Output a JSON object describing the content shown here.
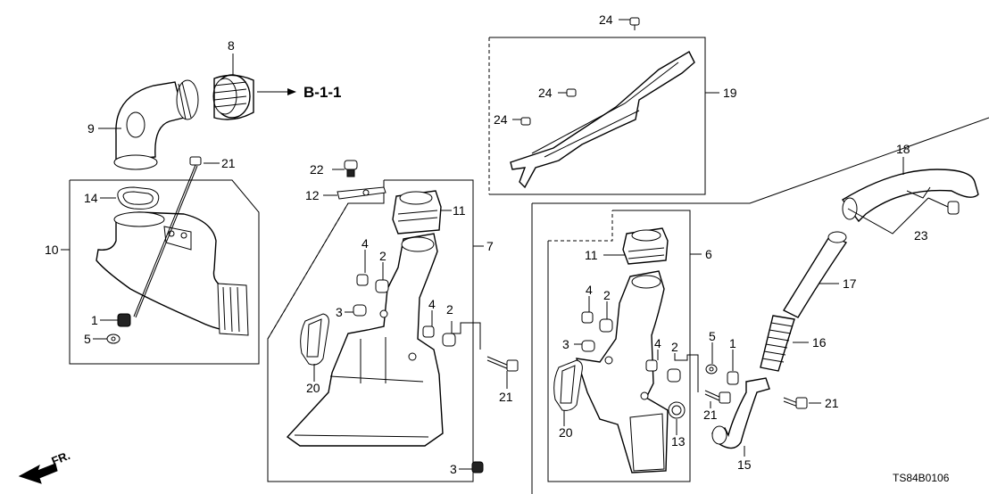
{
  "ref": "B-1-1",
  "diagram_code": "TS84B0106",
  "direction": "FR.",
  "labels": {
    "p1a": "1",
    "p1b": "1",
    "p2a": "2",
    "p2b": "2",
    "p2c": "2",
    "p2d": "2",
    "p3a": "3",
    "p3b": "3",
    "p3c": "3",
    "p4a": "4",
    "p4b": "4",
    "p4c": "4",
    "p4d": "4",
    "p5a": "5",
    "p5b": "5",
    "p6": "6",
    "p7": "7",
    "p8": "8",
    "p9": "9",
    "p10": "10",
    "p11a": "11",
    "p11b": "11",
    "p12": "12",
    "p13": "13",
    "p14": "14",
    "p15": "15",
    "p16": "16",
    "p17": "17",
    "p18": "18",
    "p19": "19",
    "p20a": "20",
    "p20b": "20",
    "p21a": "21",
    "p21b": "21",
    "p21c": "21",
    "p21d": "21",
    "p22": "22",
    "p23": "23",
    "p24a": "24",
    "p24b": "24",
    "p24c": "24"
  }
}
